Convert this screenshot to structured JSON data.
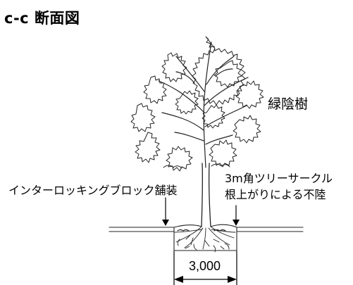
{
  "title": "c-c 断面図",
  "labels": {
    "tree": "緑陰樹",
    "paving": "インターロッキングブロック舗装",
    "tree_circle_line1": "3m角ツリーサークル",
    "tree_circle_line2": "根上がりによる不陸",
    "dimension": "3,000"
  }
}
